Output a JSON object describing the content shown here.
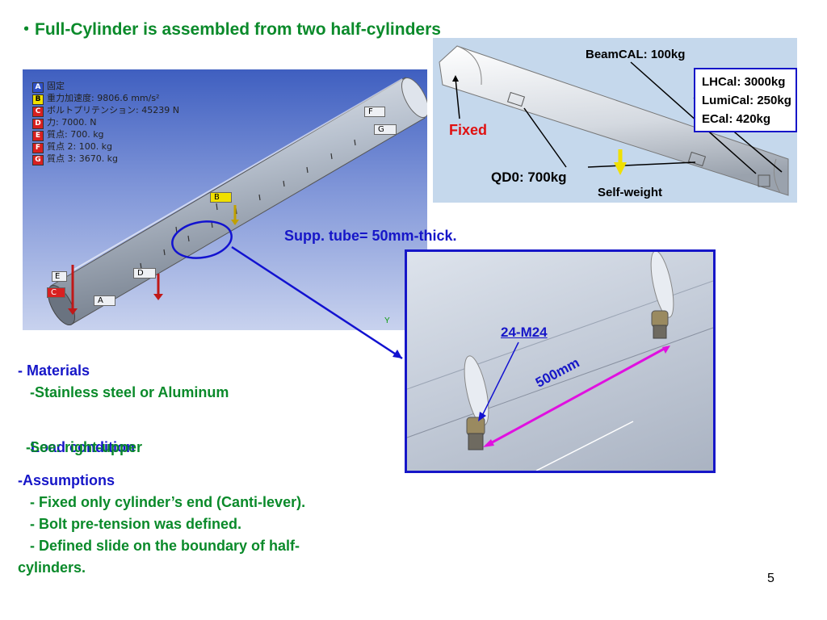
{
  "title": "・Full-Cylinder is assembled from two half-cylinders",
  "fea_legend": [
    {
      "key": "A",
      "text": "固定",
      "color": "#2f50c8"
    },
    {
      "key": "B",
      "text": "重力加速度: 9806.6 mm/s²",
      "color": "#f0e000"
    },
    {
      "key": "C",
      "text": "ボルトプリテンション: 45239 N",
      "color": "#d82020"
    },
    {
      "key": "D",
      "text": "力: 7000. N",
      "color": "#d82020"
    },
    {
      "key": "E",
      "text": "質点: 700. kg",
      "color": "#d82020"
    },
    {
      "key": "F",
      "text": "質点 2: 100. kg",
      "color": "#d82020"
    },
    {
      "key": "G",
      "text": "質点 3: 3670. kg",
      "color": "#d82020"
    }
  ],
  "fea_tags": {
    "f": "F",
    "g": "G",
    "b": "B",
    "d": "D",
    "e": "E",
    "c": "C",
    "a": "A",
    "axis": "Y"
  },
  "top_right": {
    "beamcal": "BeamCAL: 100kg",
    "masses": [
      "LHCal: 3000kg",
      "LumiCal: 250kg",
      "ECal: 420kg"
    ],
    "fixed": "Fixed",
    "qd0": "QD0: 700kg",
    "self_weight": "Self-weight"
  },
  "supp_tube": "Supp. tube= 50mm-thick.",
  "detail": {
    "bolts": "24-M24",
    "spacing": "500mm"
  },
  "left_text": {
    "materials_head": "- Materials",
    "materials_item": "   -Stainless steel or Aluminum",
    "load_dash": "-",
    "load_head": "Load condition",
    "load_item": "   See: right-upper",
    "assumptions_head": "-Assumptions",
    "assumptions_items": [
      "   - Fixed only cylinder’s end (Canti-lever).",
      "   - Bolt pre-tension was defined.",
      "   - Defined slide on the boundary of half-",
      "cylinders."
    ]
  },
  "page_number": "5"
}
